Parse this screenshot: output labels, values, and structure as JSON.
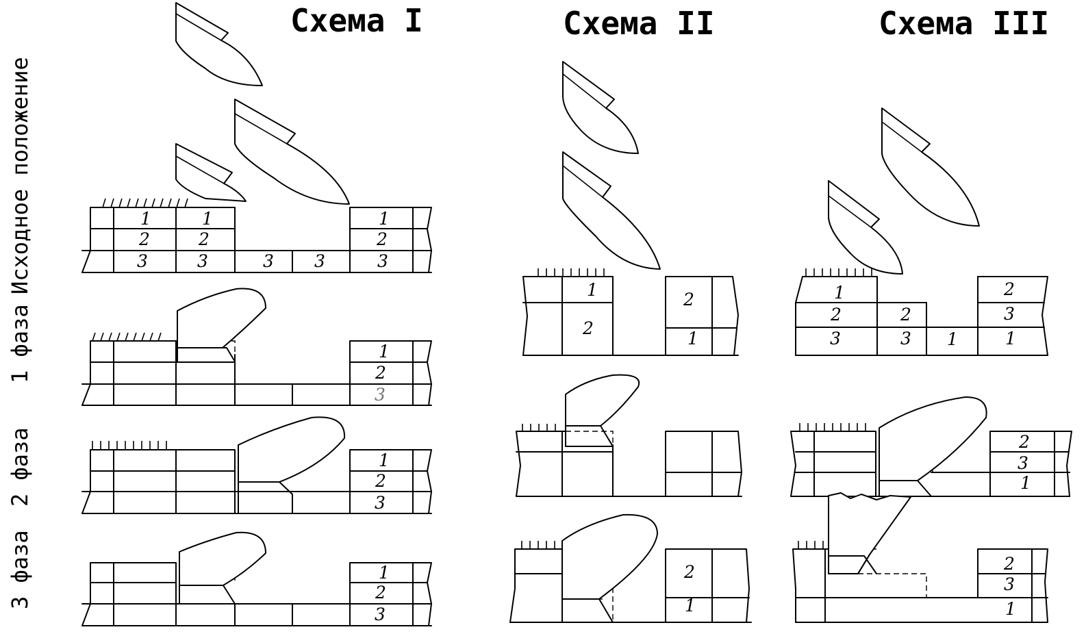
{
  "titles": {
    "scheme1": "Схема I",
    "scheme2": "Схема II",
    "scheme3": "Схема III"
  },
  "row_labels": {
    "initial": "Исходное положение",
    "phase1": "1 фаза",
    "phase2": "2 фаза",
    "phase3": "3 фаза"
  },
  "layer_numbers": {
    "one": "1",
    "two": "2",
    "three": "3"
  }
}
